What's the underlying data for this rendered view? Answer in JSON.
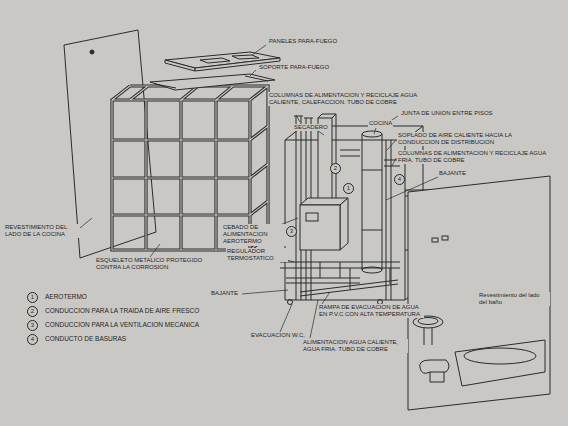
{
  "diagram": {
    "labels": [
      "PANELES PARA-FUEGO",
      "SOPORTE PARA-FUEGO",
      "COLUMNAS DE ALIMENTACION Y RECICLAJE AGUA CALIENTE, CALEFACCION. TUBO DE COBRE",
      "SECADERO",
      "COCINA",
      "JUNTA DE UNION ENTRE PISOS",
      "SOPLADO DE AIRE CALIENTE HACIA LA CONDUCCION DE DISTRIBUCION",
      "COLUMNAS DE ALIMENTACION Y RECICLAJE AGUA FRIA. TUBO DE COBRE",
      "BAJANTE",
      "REVESTIMIENTO DEL LADO DE LA COCINA",
      "ESQUELETO METALICO PROTEGIDO CONTRA LA CORROSION",
      "CEBADO DE ALIMENTACION AEROTERMO",
      "REGULADOR TERMOSTATICO",
      "BAJANTE",
      "EVACUACION W.C.",
      "RAMPA DE EVACUACION DE AGUA EN P.V.C CON ALTA TEMPERATURA",
      "ALIMENTACION AGUA CALIENTE, AGUA FRIA. TUBO DE COBRE",
      "Revestimiento del lado del baño",
      "1",
      "2",
      "3",
      "4",
      "1",
      "2",
      "3",
      "4"
    ],
    "legend": [
      {
        "text": "AEROTERMO"
      },
      {
        "text": "CONDUCCION PARA LA TRAIDA DE AIRE FRESCO"
      },
      {
        "text": "CONDUCCION PARA LA VENTILACION MECANICA"
      },
      {
        "text": "CONDUCTO DE BASURAS"
      }
    ]
  }
}
